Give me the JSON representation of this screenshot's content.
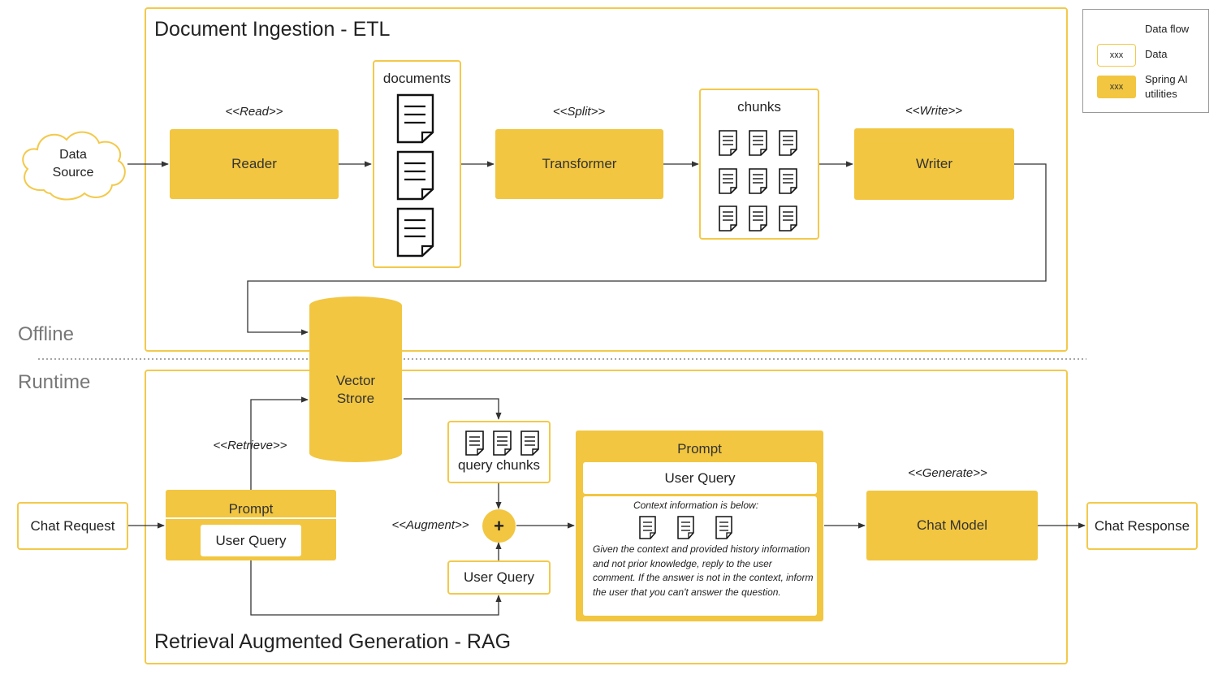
{
  "titles": {
    "etl": "Document Ingestion - ETL",
    "rag": "Retrieval Augmented Generation - RAG",
    "offline": "Offline",
    "runtime": "Runtime"
  },
  "legend": {
    "data_flow": "Data flow",
    "data_sample": "xxx",
    "data": "Data",
    "utility_sample": "xxx",
    "utility": "Spring AI utilities"
  },
  "etl": {
    "source": "Data Source",
    "read_stereotype": "<<Read>>",
    "reader": "Reader",
    "documents": "documents",
    "split_stereotype": "<<Split>>",
    "transformer": "Transformer",
    "chunks": "chunks",
    "write_stereotype": "<<Write>>",
    "writer": "Writer",
    "vector_store": "Vector Strore"
  },
  "rag": {
    "chat_request": "Chat Request",
    "retrieve_stereotype": "<<Retrieve>>",
    "prompt": "Prompt",
    "user_query": "User Query",
    "query_chunks": "query chunks",
    "augment_stereotype": "<<Augment>>",
    "plus": "+",
    "augment_user_query": "User Query",
    "prompt2": "Prompt",
    "prompt2_user_query": "User Query",
    "context_header": "Context information is below:",
    "context_text": "Given the context and provided history information and not prior knowledge, reply to the user comment. If the answer is not in the context, inform the user that you can't answer the question.",
    "generate_stereotype": "<<Generate>>",
    "chat_model": "Chat Model",
    "chat_response": "Chat Response"
  },
  "colors": {
    "accent": "#f2c640",
    "border": "#f3c94a"
  }
}
